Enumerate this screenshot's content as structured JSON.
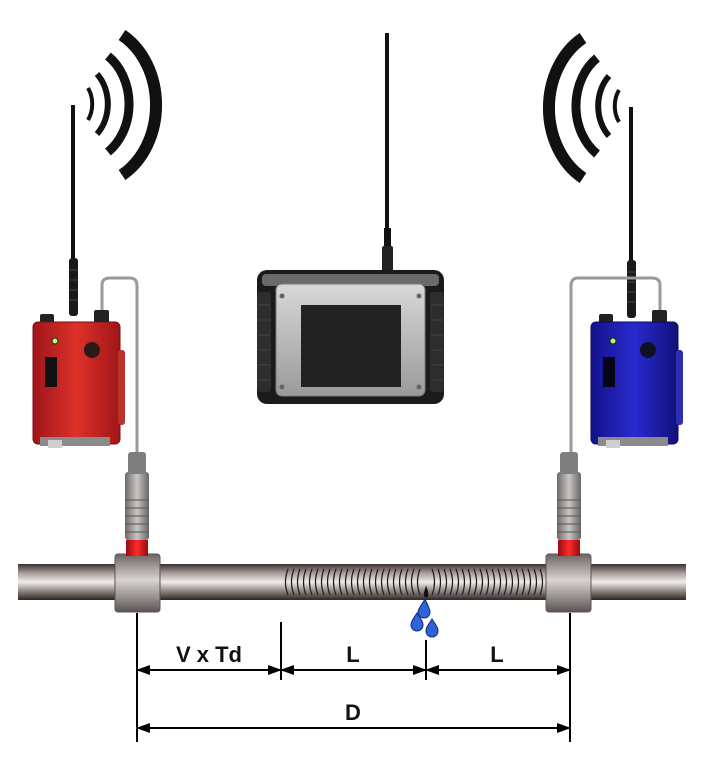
{
  "labels": {
    "delay_segment": "V x Td",
    "left_segment": "L",
    "right_segment": "L",
    "total_distance": "D"
  },
  "colors": {
    "left_transmitter": "#d42a25",
    "right_transmitter": "#1f1fc8",
    "sensor_band": "#e0101a",
    "pipe": "#9a8f8c",
    "leak_drops": "#2f63d8",
    "waves": "#111111"
  },
  "icons": {
    "left_transmitter": "radio-transmitter-icon",
    "right_transmitter": "radio-transmitter-icon",
    "receiver": "handheld-receiver-icon",
    "wireless": "wireless-signal-icon",
    "leak": "water-drop-icon"
  }
}
